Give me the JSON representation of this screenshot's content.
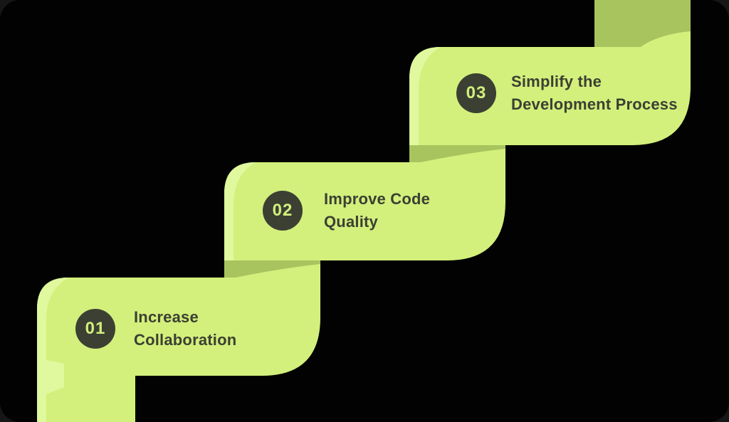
{
  "theme": {
    "bg": "#161616",
    "card": "#020202",
    "light": "#d3f07c",
    "hi": "#e0f89e",
    "dark": "#a8c45f",
    "ink": "#3b4033",
    "num": "#d2ef7a"
  },
  "steps": [
    {
      "number": "01",
      "title": "Increase\nCollaboration"
    },
    {
      "number": "02",
      "title": "Improve Code\nQuality"
    },
    {
      "number": "03",
      "title": "Simplify the\nDevelopment Process"
    }
  ]
}
